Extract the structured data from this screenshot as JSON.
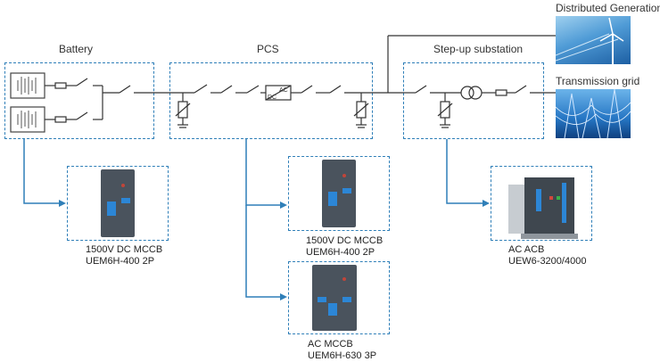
{
  "sections": {
    "battery": "Battery",
    "pcs": "PCS",
    "substation": "Step-up substation",
    "distributed": "Distributed Generation",
    "grid": "Transmission grid"
  },
  "converter": {
    "ac": "AC",
    "dc": "DC"
  },
  "products": [
    {
      "line1": "1500V DC MCCB",
      "line2": "UEM6H-400 2P"
    },
    {
      "line1": "1500V DC MCCB",
      "line2": "UEM6H-400 2P"
    },
    {
      "line1": "AC MCCB",
      "line2": "UEM6H-630 3P"
    },
    {
      "line1": "AC ACB",
      "line2": "UEW6-3200/4000"
    }
  ],
  "colors": {
    "accent": "#2f7fb8",
    "line": "#333333"
  }
}
